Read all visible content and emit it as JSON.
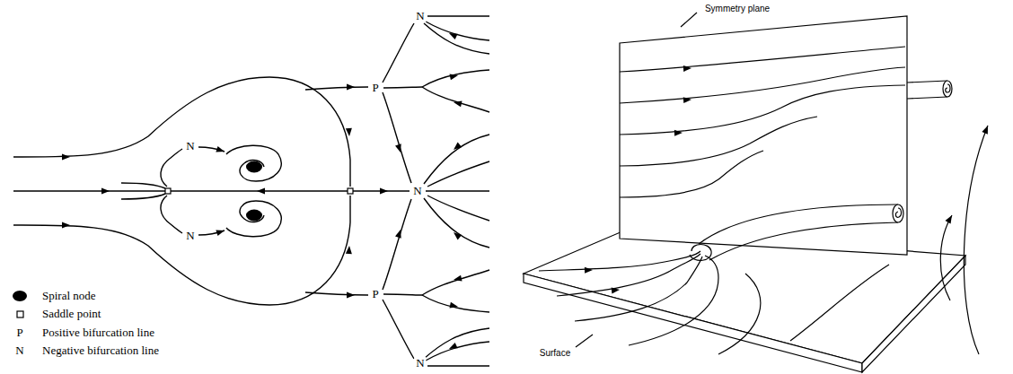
{
  "diagram": {
    "labels": [
      "N",
      "P",
      "N",
      "N",
      "N",
      "P",
      "N",
      "P",
      "N",
      "Symmetry plane",
      "Surface"
    ],
    "legend": [
      {
        "text": "Spiral node"
      },
      {
        "text": "Saddle point"
      },
      {
        "text": "Positive bifurcation line"
      },
      {
        "text": "Negative bifurcation line"
      }
    ]
  }
}
